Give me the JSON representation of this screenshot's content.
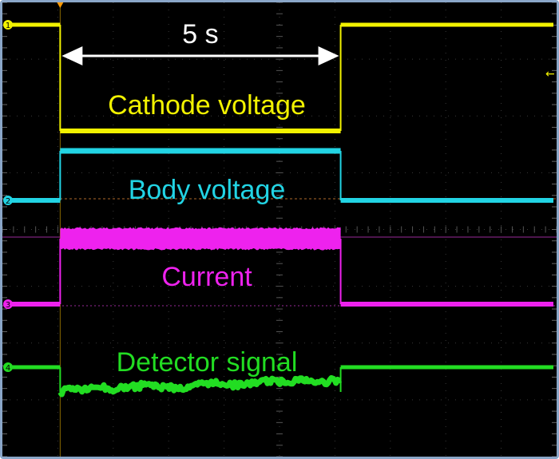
{
  "chart_data": {
    "type": "line",
    "title": "",
    "xlabel": "",
    "ylabel": "",
    "grid": true,
    "time_span_label": "5 s",
    "pulse_start_s": 0,
    "pulse_end_s": 5,
    "x_range_s": [
      -1.03,
      8.85
    ],
    "series": [
      {
        "name": "Cathode voltage",
        "color": "#f2f200",
        "channel_marker": "1",
        "baseline_level": 1.0,
        "pulse_level": 0.58,
        "noise": 0.0
      },
      {
        "name": "Body voltage",
        "color": "#22d4e4",
        "channel_marker": "2",
        "baseline_level": 0.0,
        "pulse_level": 0.39,
        "noise": 0.0
      },
      {
        "name": "Current",
        "color": "#ee22ee",
        "channel_marker": "3",
        "baseline_level": 0.0,
        "pulse_level": 0.55,
        "noise": 0.12
      },
      {
        "name": "Detector signal",
        "color": "#22dd22",
        "channel_marker": "4",
        "baseline_level": 0.0,
        "pulse_level": -0.22,
        "noise": 0.07
      }
    ]
  }
}
